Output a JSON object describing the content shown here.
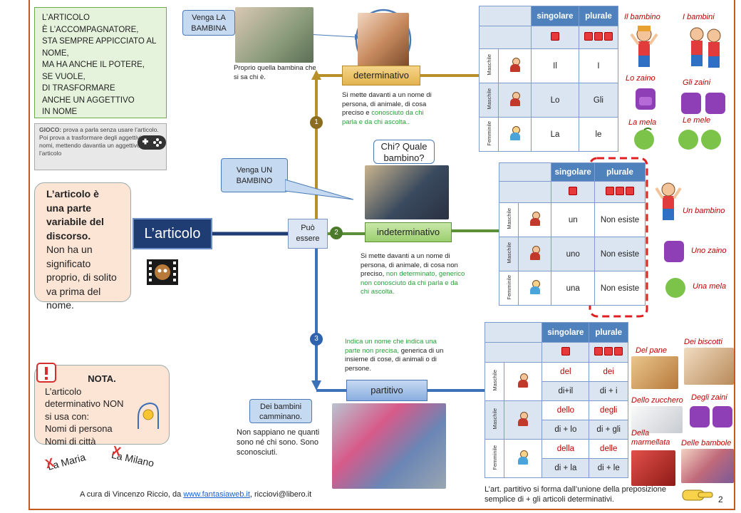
{
  "note_green": "L’ARTICOLO\nÈ L’ACCOMPAGNATORE,\nSTA SEMPRE APPICCIATO AL\nNOME,\nMA HA ANCHE IL POTERE,\nSE VUOLE,\nDI TRASFORMARE\nANCHE UN AGGETTIVO\nIN NOME",
  "gioco": {
    "label": "GIOCO:",
    "text": " prova a parla senza usare l’articolo.\nPoi prova a trasformare degli aggettivi in nomi, mettendo davantia un aggettivo l’articolo"
  },
  "definition": {
    "bold": "L’articolo è una parte variabile del discorso.",
    "rest": "Non ha un significato proprio, di solito va prima del nome."
  },
  "main_label": "L’articolo",
  "puo_essere": "Può essere",
  "callouts": {
    "bambina": "Venga LA BAMBINA",
    "bambino": "Venga UN BAMBINO",
    "chi_quale": "Chi? Quale bambino?",
    "camminano": "Dei bambini camminano."
  },
  "captions": {
    "proprio": "Proprio quella bambina che si sa chi è.",
    "non_sappiamo": "Non sappiano ne quanti sono né chi sono. Sono sconosciuti."
  },
  "sections": {
    "det": {
      "num": "1",
      "label": "determinativo",
      "desc_a": "Si mette davanti a un nome di persona, di animale, di cosa preciso e ",
      "desc_b": "conosciuto da chi parla e da chi ascolta.."
    },
    "indet": {
      "num": "2",
      "label": "indeterminativo",
      "desc_a": "Si mette davanti a un nome di persona, di animale, di cosa non preciso, ",
      "desc_b": "non determinato, generico non conosciuto da chi parla e da chi ascolta."
    },
    "part": {
      "num": "3",
      "label": "partitivo",
      "desc_a": "Indica un nome che indica una parte non precisa,",
      "desc_b": "generica di un insieme di cose, di animali o di persone."
    }
  },
  "table_headers": {
    "sing": "singolare",
    "plur": "plurale",
    "masc": "Maschile",
    "fem": "Femminile"
  },
  "table_det": [
    [
      "Il",
      "I"
    ],
    [
      "Lo",
      "Gli"
    ],
    [
      "La",
      "le"
    ]
  ],
  "table_indet": [
    [
      "un",
      "Non esiste"
    ],
    [
      "uno",
      "Non esiste"
    ],
    [
      "una",
      "Non esiste"
    ]
  ],
  "table_part": [
    [
      "del",
      "dei"
    ],
    [
      "di+il",
      "di + i"
    ],
    [
      "dello",
      "degli"
    ],
    [
      "di + lo",
      "di + gli"
    ],
    [
      "della",
      "delle"
    ],
    [
      "di + la",
      "di + le"
    ]
  ],
  "examples_det": [
    "Il bambino",
    "I bambini",
    "Lo zaino",
    "Gli zaini",
    "La mela",
    "Le mele"
  ],
  "examples_indet": [
    "Un bambino",
    "Uno zaino",
    "Una mela"
  ],
  "examples_part": [
    "Del pane",
    "Dei biscotti",
    "Dello zucchero",
    "Degli zaini",
    "Della marmellata",
    "Delle bambole"
  ],
  "nota": {
    "title": "NOTA.",
    "text": "L’articolo determinativo NON si usa con:\nNomi di persona\nNomi di città"
  },
  "struck": [
    "La Maria",
    "La Milano"
  ],
  "partitivo_note": "L’art. partitivo si forma dall’unione della preposizione semplice di + gli articoli determinativi.",
  "footer": {
    "prefix": "A cura di Vincenzo Riccio, da ",
    "link": "www.fantasiaweb.it",
    "suffix": ", ricciovi@libero.it"
  },
  "page_number": "2",
  "colors": {
    "det": "#b8902a",
    "indet": "#5d8f37",
    "part": "#3b72b8",
    "main": "#1f3d73"
  }
}
